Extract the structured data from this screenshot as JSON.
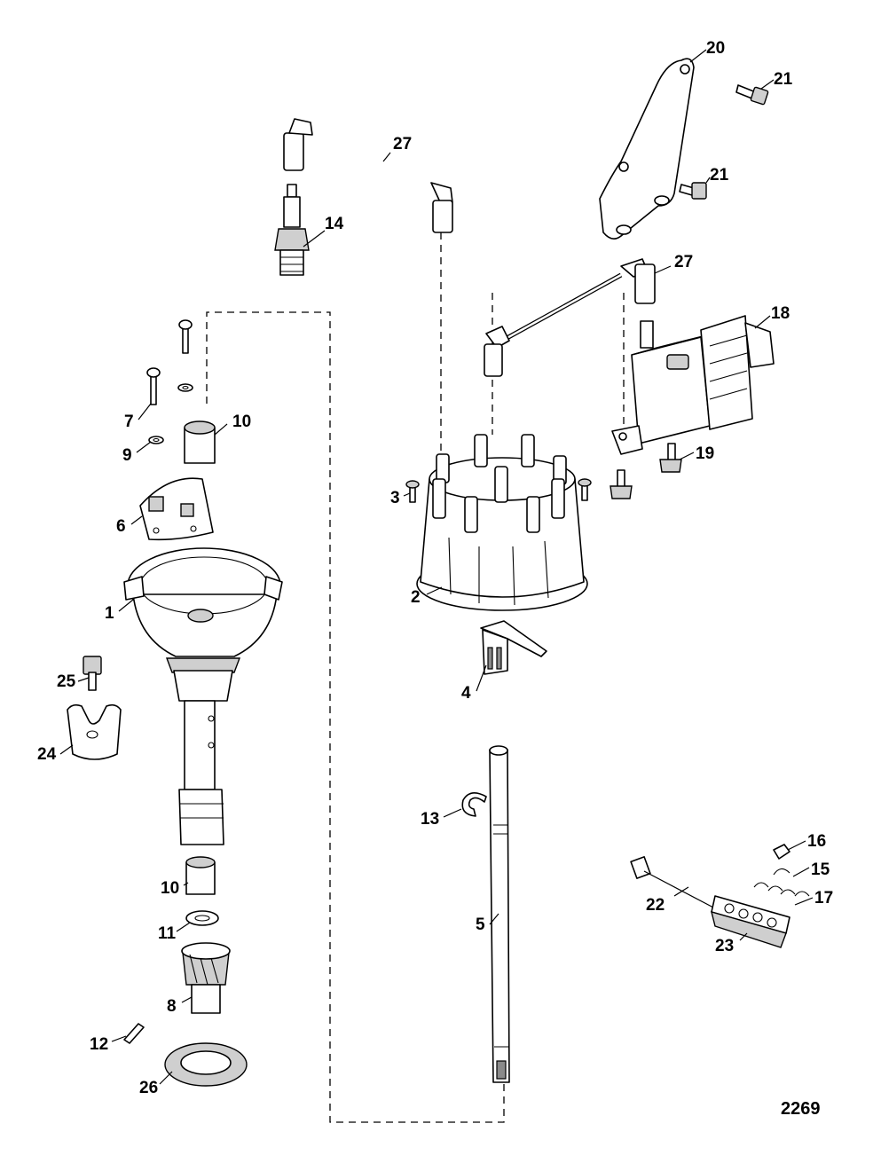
{
  "figure_number": "2269",
  "callouts": [
    {
      "id": "c1",
      "label": "1"
    },
    {
      "id": "c2",
      "label": "2"
    },
    {
      "id": "c3",
      "label": "3"
    },
    {
      "id": "c4",
      "label": "4"
    },
    {
      "id": "c5",
      "label": "5"
    },
    {
      "id": "c6",
      "label": "6"
    },
    {
      "id": "c7",
      "label": "7"
    },
    {
      "id": "c8",
      "label": "8"
    },
    {
      "id": "c9",
      "label": "9"
    },
    {
      "id": "c10a",
      "label": "10"
    },
    {
      "id": "c10b",
      "label": "10"
    },
    {
      "id": "c11",
      "label": "11"
    },
    {
      "id": "c12",
      "label": "12"
    },
    {
      "id": "c13",
      "label": "13"
    },
    {
      "id": "c14",
      "label": "14"
    },
    {
      "id": "c15",
      "label": "15"
    },
    {
      "id": "c16",
      "label": "16"
    },
    {
      "id": "c17",
      "label": "17"
    },
    {
      "id": "c18",
      "label": "18"
    },
    {
      "id": "c19",
      "label": "19"
    },
    {
      "id": "c20",
      "label": "20"
    },
    {
      "id": "c21a",
      "label": "21"
    },
    {
      "id": "c21b",
      "label": "21"
    },
    {
      "id": "c22",
      "label": "22"
    },
    {
      "id": "c23",
      "label": "23"
    },
    {
      "id": "c24",
      "label": "24"
    },
    {
      "id": "c25",
      "label": "25"
    },
    {
      "id": "c26",
      "label": "26"
    },
    {
      "id": "c27a",
      "label": "27"
    },
    {
      "id": "c27b",
      "label": "27"
    }
  ]
}
